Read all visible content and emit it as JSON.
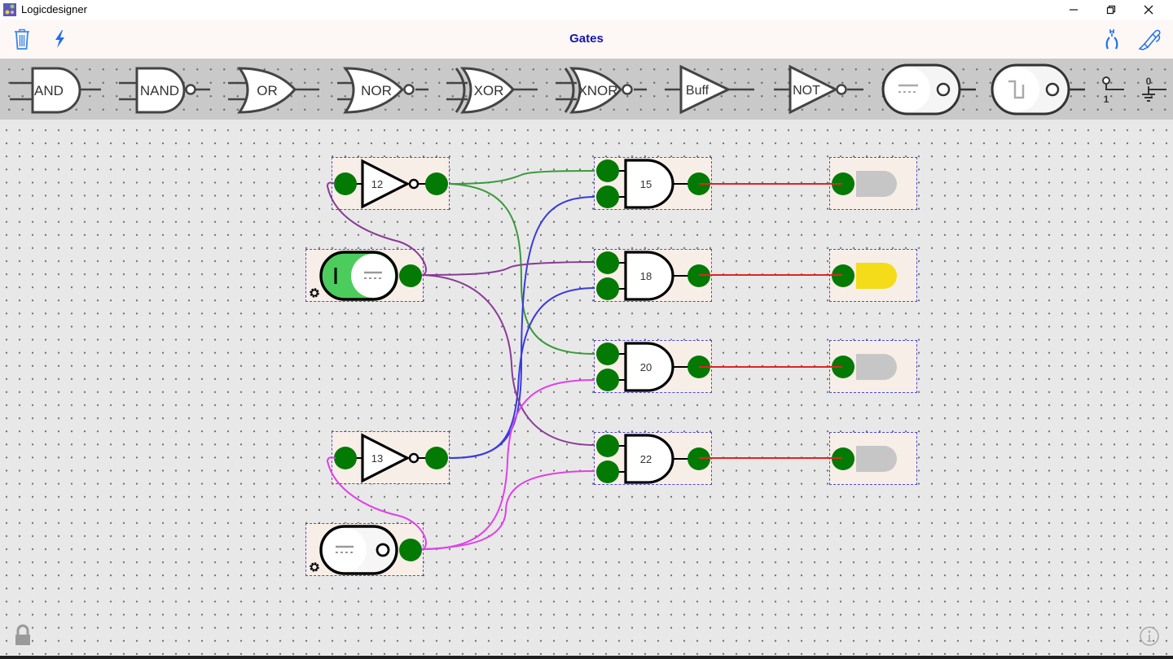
{
  "window": {
    "title": "Logicdesigner",
    "controls": {
      "minimize": "—",
      "restore": "❐",
      "close": "✕"
    }
  },
  "toolbar": {
    "heading": "Gates",
    "left_icons": [
      "trash-icon",
      "lightning-icon"
    ],
    "right_icons": [
      "wire-cutter-icon",
      "probe-icon"
    ]
  },
  "palette": {
    "items": [
      {
        "type": "gate",
        "label": "AND"
      },
      {
        "type": "gate",
        "label": "NAND"
      },
      {
        "type": "gate",
        "label": "OR"
      },
      {
        "type": "gate",
        "label": "NOR"
      },
      {
        "type": "gate",
        "label": "XOR"
      },
      {
        "type": "gate",
        "label": "XNOR"
      },
      {
        "type": "gate",
        "label": "Buff"
      },
      {
        "type": "gate",
        "label": "NOT"
      },
      {
        "type": "toggle-switch",
        "label": ""
      },
      {
        "type": "clock-switch",
        "label": ""
      },
      {
        "type": "constant-high",
        "label": "1"
      },
      {
        "type": "constant-low",
        "label": "0"
      }
    ]
  },
  "circuit": {
    "not_gates": [
      {
        "id": "12",
        "label": "12"
      },
      {
        "id": "13",
        "label": "13"
      }
    ],
    "and_gates": [
      {
        "id": "15",
        "label": "15"
      },
      {
        "id": "18",
        "label": "18"
      },
      {
        "id": "20",
        "label": "20"
      },
      {
        "id": "22",
        "label": "22"
      }
    ],
    "switches": [
      {
        "id": "switch-a",
        "state": "on"
      },
      {
        "id": "switch-b",
        "state": "off"
      }
    ],
    "leds": [
      {
        "id": "led-1",
        "state": "off"
      },
      {
        "id": "led-2",
        "state": "on"
      },
      {
        "id": "led-3",
        "state": "off"
      },
      {
        "id": "led-4",
        "state": "off"
      }
    ],
    "wire_colors": {
      "green": "#3a9a3a",
      "blue": "#3a3ae0",
      "purple": "#8a3a96",
      "magenta": "#e040e8",
      "red": "#e02424"
    }
  },
  "colors": {
    "pin": "#037a03",
    "switch_on": "#4ccc5c",
    "led_on": "#f4dc18",
    "led_off": "#c6c6c6",
    "heading": "#1515b0",
    "selection_border": "#4b4bd8"
  },
  "status_icons": [
    "lock-icon",
    "info-icon"
  ]
}
